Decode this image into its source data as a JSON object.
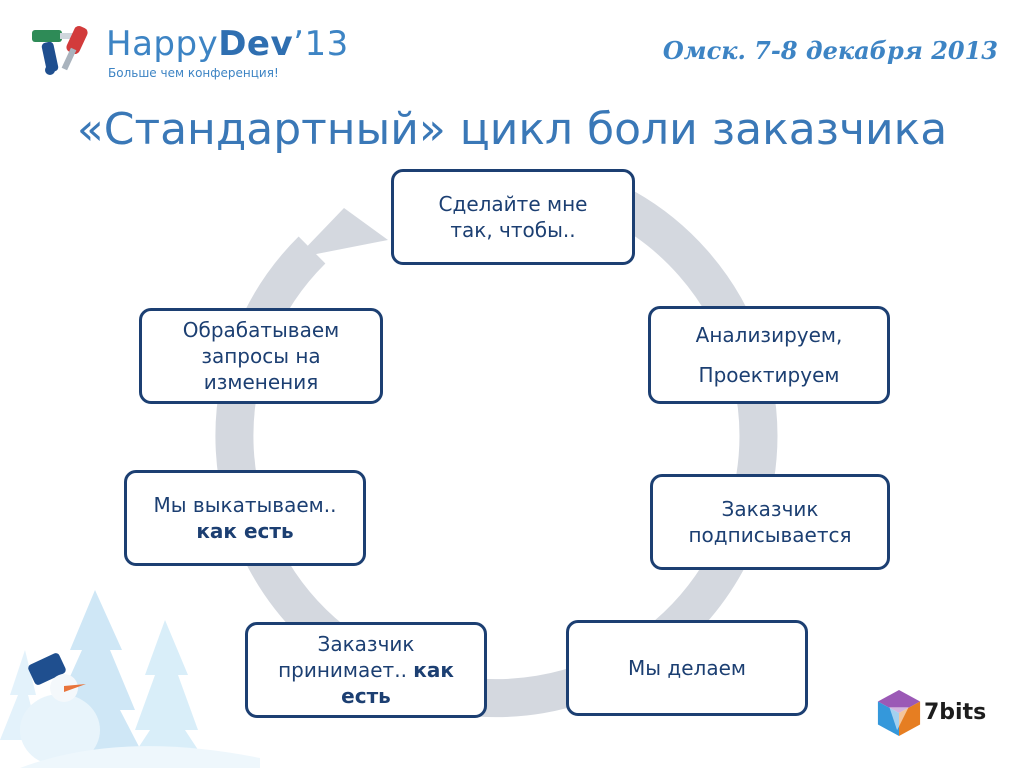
{
  "header": {
    "logo_name_light": "Happy",
    "logo_name_bold": "Dev",
    "logo_year": "’13",
    "logo_tagline": "Больше чем конференция!",
    "event": "Омск. 7-8 декабря 2013"
  },
  "title": "«Стандартный» цикл боли заказчика",
  "cycle": {
    "nodes": [
      {
        "line1": "Сделайте мне",
        "line2": "так, чтобы.."
      },
      {
        "line1": "Анализируем,",
        "line2": "Проектируем"
      },
      {
        "line1": "Заказчик",
        "line2": "подписывается"
      },
      {
        "line1": "Мы делаем"
      },
      {
        "line1": "Заказчик",
        "line2": "принимает..",
        "line2_bold": "как",
        "line3_bold": "есть"
      },
      {
        "line1": "Мы выкатываем..",
        "line2_bold": "как есть"
      },
      {
        "line1": "Обрабатываем",
        "line2": "запросы на",
        "line3": "изменения"
      }
    ]
  },
  "footer": {
    "brand": "7bits"
  },
  "colors": {
    "accent": "#3d84c4",
    "node_border": "#1c3f72",
    "cycle_arrow": "#d4d8df"
  }
}
